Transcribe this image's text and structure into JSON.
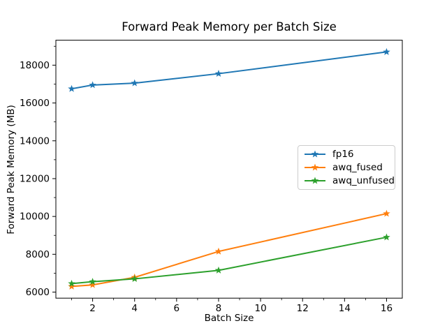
{
  "chart_data": {
    "type": "line",
    "title": "Forward Peak Memory per Batch Size",
    "xlabel": "Batch Size",
    "ylabel": "Forward Peak Memory (MB)",
    "x": [
      1,
      2,
      4,
      8,
      16
    ],
    "series": [
      {
        "name": "fp16",
        "color": "#1f77b4",
        "values": [
          16750,
          16950,
          17050,
          17550,
          18700
        ]
      },
      {
        "name": "awq_fused",
        "color": "#ff7f0e",
        "values": [
          6300,
          6380,
          6780,
          8150,
          10150
        ]
      },
      {
        "name": "awq_unfused",
        "color": "#2ca02c",
        "values": [
          6450,
          6550,
          6700,
          7150,
          8900
        ]
      }
    ],
    "marker": "star",
    "xlim": [
      0.25,
      16.75
    ],
    "ylim": [
      5680,
      19320
    ],
    "xticks": [
      2,
      4,
      6,
      8,
      10,
      12,
      14,
      16
    ],
    "yticks": [
      6000,
      8000,
      10000,
      12000,
      14000,
      16000,
      18000
    ],
    "x_minor_ticks": [
      1,
      3,
      5,
      7,
      9,
      11,
      13,
      15
    ],
    "y_minor_ticks": [
      7000,
      9000,
      11000,
      13000,
      15000,
      17000,
      19000
    ],
    "grid": false,
    "legend_position": "center right",
    "axes_color": "#000000",
    "background_color": "#ffffff"
  }
}
